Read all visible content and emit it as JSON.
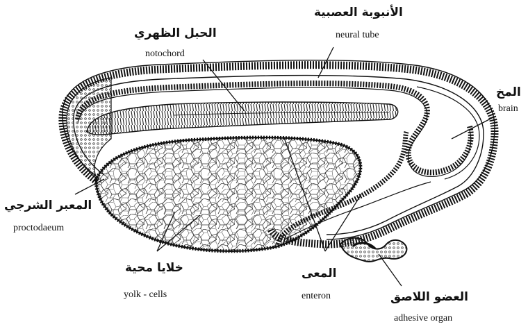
{
  "labels": {
    "neural_tube": {
      "arabic": "الأنبوبة العصبية",
      "english": "neural tube"
    },
    "notochord": {
      "arabic": "الحبل الظهري",
      "english": "notochord"
    },
    "brain": {
      "arabic": "المخ",
      "english": "brain"
    },
    "proctodaeum": {
      "arabic": "المعبر الشرجي",
      "english": "proctodaeum"
    },
    "yolk_cells": {
      "arabic": "خلايا محية",
      "english": "yolk - cells"
    },
    "enteron": {
      "arabic": "المعى",
      "english": "enteron"
    },
    "adhesive_organ": {
      "arabic": "العضو اللاصق",
      "english": "adhesive organ"
    }
  }
}
